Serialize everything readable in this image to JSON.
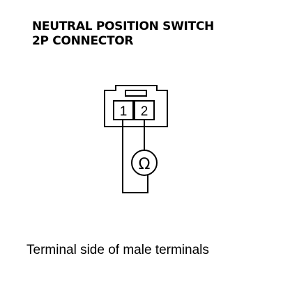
{
  "title": {
    "line1": "NEUTRAL POSITION SWITCH",
    "line2": "2P CONNECTOR"
  },
  "connector": {
    "terminal_1": "1",
    "terminal_2": "2"
  },
  "meter": {
    "symbol": "Ω",
    "icon": "ohmmeter-icon"
  },
  "caption": "Terminal side of male terminals"
}
